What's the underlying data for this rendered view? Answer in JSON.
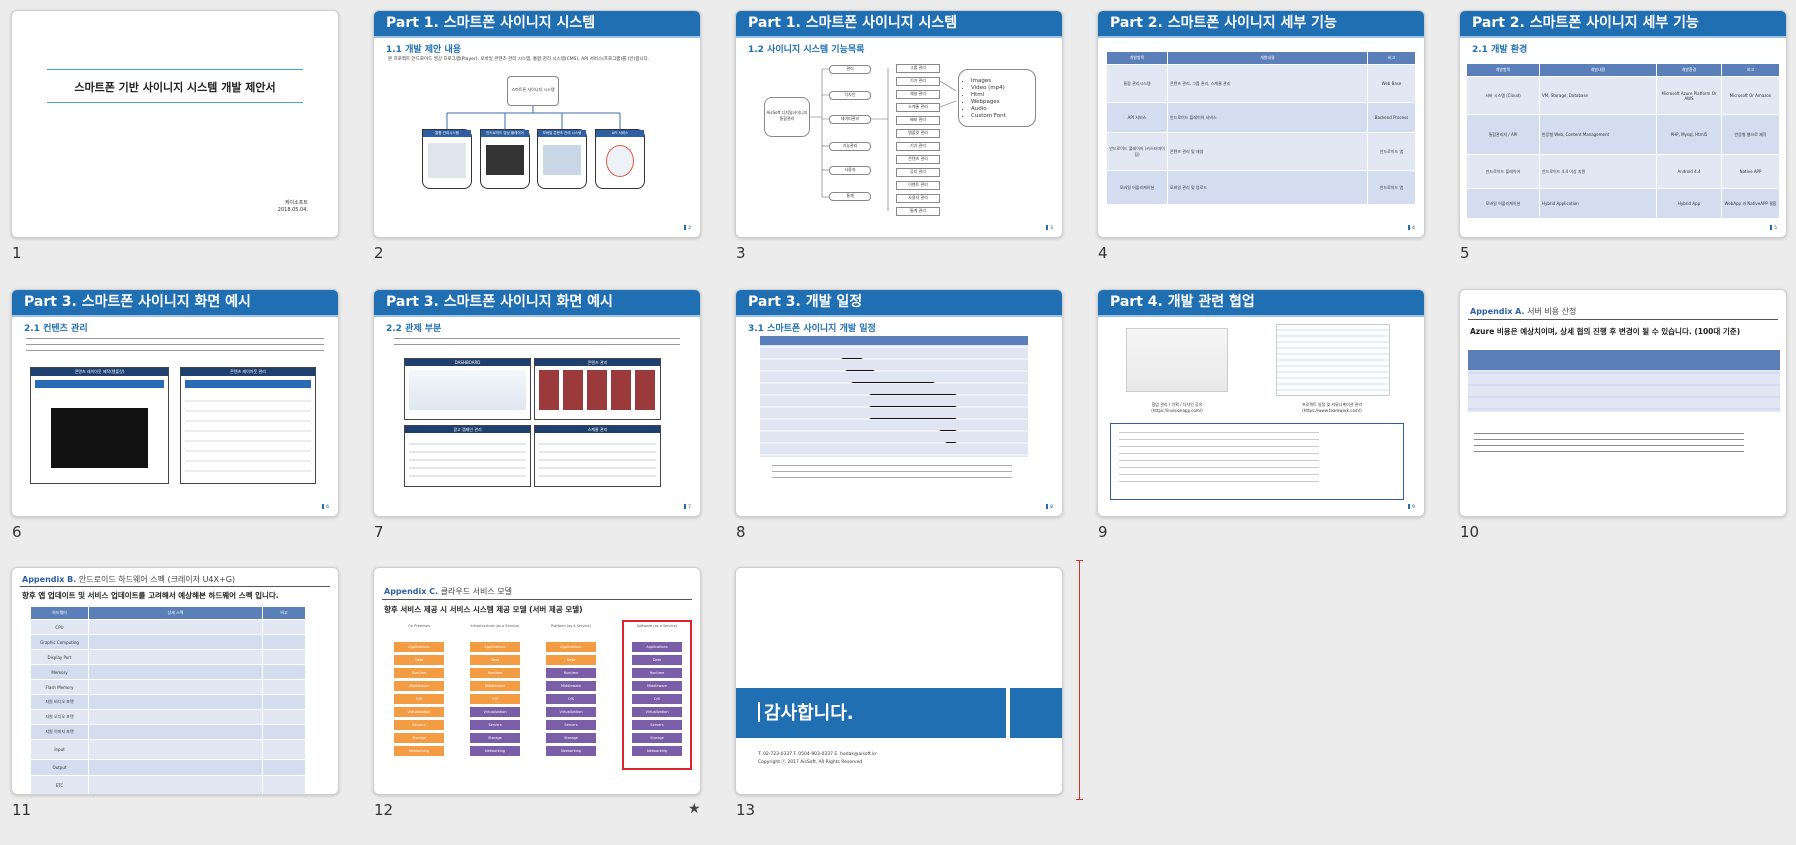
{
  "slides": [
    {
      "num": "1",
      "title": "스마트폰 기반 사이니지 시스템 개발 제안서",
      "company": "케이소프트",
      "date": "2018.05.04."
    },
    {
      "num": "2",
      "header": "Part 1. 스마트폰 사이니지 시스템",
      "sub": "1.1 개발 제안 내용",
      "text": "본 프로젝트 안드로이드 영상 프로그램(Player), 모바일 콘텐츠 관리 시스템, 통합 관리 시스템(CMS), API 서비스(프로그램)를 (안)합니다.",
      "root": "스마트폰 사이니지 시스템",
      "branches": [
        "통합 관리시스템",
        "안드로이드 영상 플레이어",
        "모바일 콘텐츠 관리 시스템",
        "API 서비스"
      ],
      "pg": "2"
    },
    {
      "num": "3",
      "header": "Part 1. 스마트폰 사이니지 시스템",
      "sub": "1.2 사이니지 시스템 기능목록",
      "root": "AisSoft 디지털사이니지 통합관리",
      "groups": [
        "관리",
        "디자인",
        "데이터관리",
        "기능관리",
        "사용자",
        "통계"
      ],
      "leaves": [
        "그룹 관리",
        "기기 관리",
        "채널 관리",
        "스케줄 관리",
        "배포 관리",
        "템플릿 관리",
        "기기 관리",
        "콘텐츠 관리",
        "공지 관리",
        "이벤트 관리",
        "사용자 관리",
        "통계 관리"
      ],
      "media": [
        "Images",
        "Video (mp4)",
        "Html",
        "Webpages",
        "Audio",
        "Custom Font"
      ],
      "pg": "3"
    },
    {
      "num": "4",
      "header": "Part 2. 스마트폰 사이니지 세부 기능",
      "cols": [
        "개발항목",
        "개발내용",
        "비고"
      ],
      "rows": [
        [
          "통합 관리시스템",
          "콘텐츠 관리, 그룹 관리, 스케줄 관리",
          "Web Base"
        ],
        [
          "API 서비스",
          "안드로이드 플레이어 서비스",
          "Backend Process"
        ],
        [
          "안드로이드 플레이어 (커스터마이징)",
          "콘텐츠 관리 및 재생",
          "안드로이드 앱"
        ],
        [
          "모바일 어플리케이션",
          "모바일 관리 및 업로드",
          "안드로이드 앱"
        ]
      ],
      "pg": "4"
    },
    {
      "num": "5",
      "header": "Part 2. 스마트폰 사이니지 세부 기능",
      "sub": "2.1 개발 환경",
      "cols": [
        "개발항목",
        "개발내용",
        "개발환경",
        "비고"
      ],
      "rows": [
        [
          "서버 시스템 (Cloud)",
          "VM, Storage, Database",
          "Microsoft Azure Platform Or AWS",
          "Microsoft Or Amazon"
        ],
        [
          "통합관리자 / API",
          "반응형 Web, Content Management",
          "PHP, Mysql, Html5",
          "반응형 웹으로 제작"
        ],
        [
          "안드로이드 플레이어",
          "안드로이드 4.4 이상 지원",
          "Android 4.4",
          "Native APP"
        ],
        [
          "모바일 어플리케이션",
          "Hybrid Application",
          "Hybrid App",
          "WebApp 과 NativeAPP 결합"
        ]
      ],
      "pg": "5"
    },
    {
      "num": "6",
      "header": "Part 3. 스마트폰 사이니지 화면 예시",
      "sub": "2.1 컨텐츠 관리",
      "screens": [
        "콘텐츠 레이아웃 제작(템플릿)",
        "콘텐츠 레이아웃 관리"
      ],
      "pg": "6"
    },
    {
      "num": "7",
      "header": "Part 3. 스마트폰 사이니지 화면 예시",
      "sub": "2.2 관제 부분",
      "screens": [
        "DASHBOARD",
        "콘텐츠 관리",
        "광고 캠페인 관리",
        "스케줄 관리"
      ],
      "pg": "7"
    },
    {
      "num": "8",
      "header": "Part 3. 개발 일정",
      "sub": "3.1 스마트폰 사이니지 개발 일정",
      "pg": "8"
    },
    {
      "num": "9",
      "header": "Part 4. 개발 관련 협업",
      "cap1": "협업 관리 / 기획 / 디자인 공유 (https://invisionapp.com/)",
      "cap2": "프로젝트 일정 및 커뮤니케이션 관리 (https://www.teamwork.com/)",
      "pg": "9"
    },
    {
      "num": "10",
      "appx": "Appendix A.",
      "appx_title": "서버 비용 산정",
      "bold": "Azure 비용은 예상치이며, 상세 협의 진행 후 변경이 될 수 있습니다. (100대 기준)"
    },
    {
      "num": "11",
      "appx": "Appendix B.",
      "appx_title": "안드로이드 하드웨어 스펙 (크레이저 U4X+G)",
      "bold": "향후 앱 업데이트 및 서비스 업데이트를 고려해서 예상해본 하드웨어 스펙 입니다.",
      "cols": [
        "하드웨어",
        "상세 스펙",
        "비고"
      ],
      "rows": [
        "CPU",
        "Graphic Computing",
        "Display Port",
        "Memory",
        "Flash Memory",
        "지원 비디오 포맷",
        "지원 오디오 포맷",
        "지원 이미지 포맷",
        "Input",
        "Output",
        "ETC"
      ]
    },
    {
      "num": "12",
      "appx": "Appendix C.",
      "appx_title": "클라우드 서비스 모델",
      "bold": "향후 서비스 제공 시 서비스 시스템 제공 모델 (서버 제공 모델)",
      "stacks": [
        "On Premises",
        "Infrastructure (as a Service)",
        "Platform (as a Service)",
        "Software (as a Service)"
      ],
      "layers": [
        "Applications",
        "Data",
        "Runtime",
        "Middleware",
        "O/S",
        "Virtualization",
        "Servers",
        "Storage",
        "Networking"
      ],
      "star": "★"
    },
    {
      "num": "13",
      "thanks": "감사합니다.",
      "contact": "T. 02-723-0337  F. 0504-903-0337  E. hodak@aisoft.kr",
      "copyright": "Copyright ⓒ 2017 AisSoft, All Rights Reserved"
    }
  ]
}
